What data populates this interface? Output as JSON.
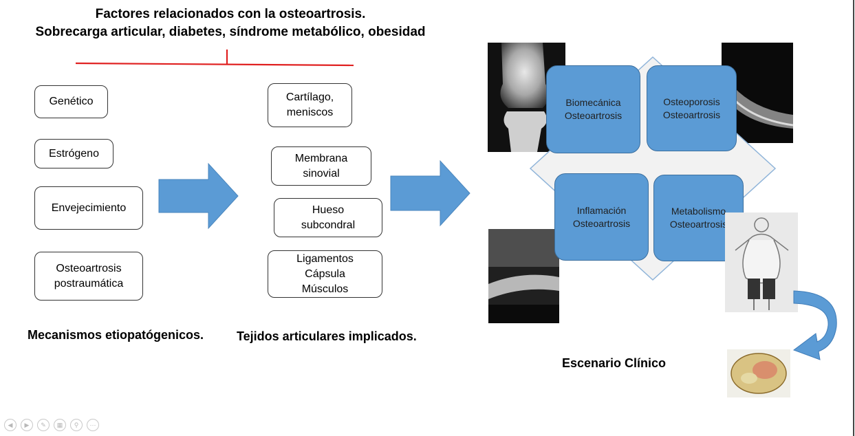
{
  "header": {
    "line1": "Factores relacionados con la osteoartrosis.",
    "line2": "Sobrecarga articular, diabetes, síndrome metabólico, obesidad"
  },
  "mechanisms": {
    "items": [
      "Genético",
      "Estrógeno",
      "Envejecimiento",
      "Osteoartrosis\npostraumática"
    ],
    "caption": "Mecanismos etiopatógenicos."
  },
  "tissues": {
    "items": [
      "Cartílago,\nmeniscos",
      "Membrana\nsinovial",
      "Hueso\nsubcondral",
      "Ligamentos\nCápsula\nMúsculos"
    ],
    "caption": "Tejidos articulares implicados."
  },
  "phenotypes": {
    "items": [
      "Biomecánica\nOsteoartrosis",
      "Osteoporosis\nOsteoartrosis",
      "Inflamación\nOsteoartrosis",
      "Metabolismo\nOsteoartrosis"
    ]
  },
  "clinical": {
    "caption": "Escenario Clínico"
  },
  "colors": {
    "accent_red": "#e02020",
    "box_blue": "#5b9bd5",
    "arrow_blue": "#5b9bd5"
  },
  "nav_icons": [
    "prev-icon",
    "next-icon",
    "pen-icon",
    "slides-icon",
    "zoom-icon",
    "more-icon"
  ]
}
